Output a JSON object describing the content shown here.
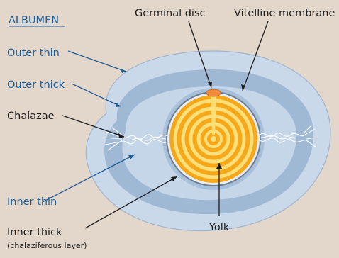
{
  "diagram": {
    "heading": "ALBUMEN",
    "labels": {
      "outer_thin": "Outer thin",
      "outer_thick": "Outer thick",
      "chalazae": "Chalazae",
      "inner_thin": "Inner thin",
      "inner_thick": "Inner thick",
      "inner_thick_note": "(chalaziferous layer)",
      "germinal_disc": "Germinal disc",
      "vitelline_membrane": "Vitelline membrane",
      "yolk": "Yolk"
    },
    "colors": {
      "background": "#e3d6ca",
      "outer_thin_albumen": "#c9d9ea",
      "outer_thick_albumen": "#9fb8d3",
      "inner_thin_albumen": "#c4d6e8",
      "chalaziferous_layer": "#a7bfd9",
      "yolk_dark": "#f6a81a",
      "yolk_light": "#fde07a",
      "germinal_disc": "#f08a3c",
      "blue_labels": "#1a5e9a"
    }
  }
}
